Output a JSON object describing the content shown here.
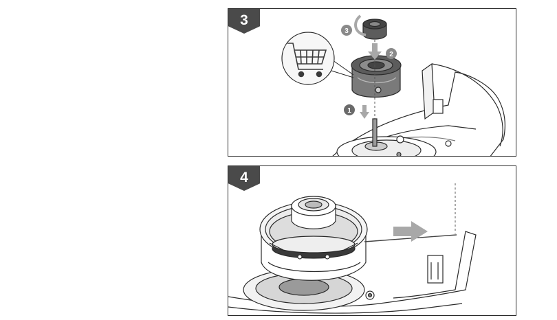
{
  "steps": [
    {
      "number": "3",
      "callouts": [
        "1",
        "2",
        "3"
      ],
      "icons": [
        "shopping-cart-icon",
        "down-arrow-icon",
        "rotate-arrow-icon"
      ]
    },
    {
      "number": "4",
      "icons": [
        "right-arrow-icon"
      ]
    }
  ],
  "colors": {
    "badge": "#4a4a4a",
    "line": "#2a2a2a",
    "part_dark": "#5c5c5c",
    "part_mid": "#9a9a9a",
    "arrow_gray": "#a8a8a8"
  }
}
